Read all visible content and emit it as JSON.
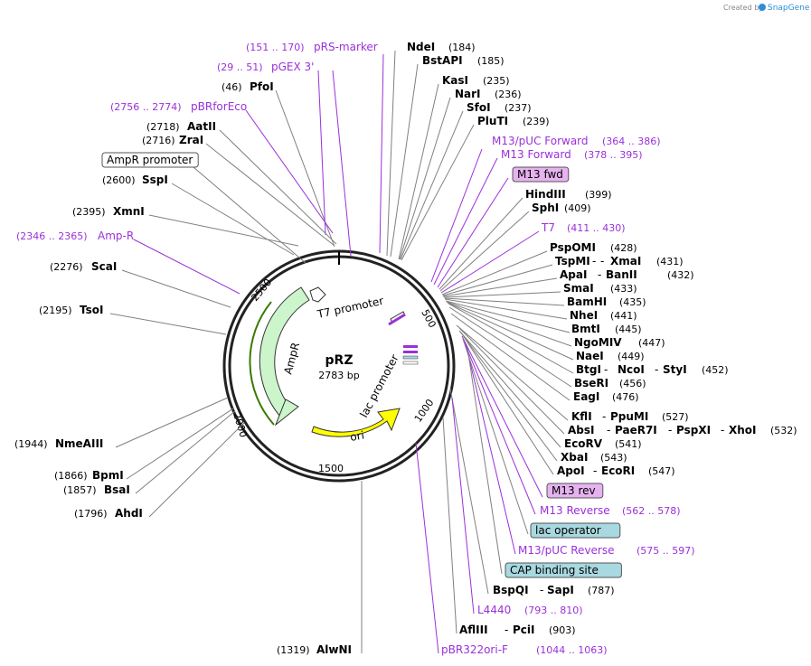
{
  "credit": {
    "prefix": "Created by",
    "brand": "SnapGene"
  },
  "plasmid": {
    "name": "pRZ",
    "length": "2783 bp"
  },
  "scale_ticks": [
    "500",
    "1000",
    "1500",
    "2000",
    "2500"
  ],
  "inner_features": [
    {
      "id": "ampr",
      "label": "AmpR",
      "color": "#ccf5cc"
    },
    {
      "id": "ori",
      "label": "ori",
      "color": "#ffff00"
    },
    {
      "id": "t7",
      "label": "T7 promoter",
      "color": "#ffffff"
    },
    {
      "id": "lacp",
      "label": "lac promoter",
      "color": "#ffffff"
    }
  ],
  "labels": [
    {
      "name": "(151 .. 170)",
      "kind": "featpos"
    },
    {
      "name": "pRS-marker",
      "kind": "feat"
    },
    {
      "name": "NdeI",
      "kind": "enz"
    },
    {
      "name": "(184)",
      "kind": "pos"
    },
    {
      "name": "BstAPI",
      "kind": "enz"
    },
    {
      "name": "(185)",
      "kind": "pos"
    },
    {
      "name": "(29 .. 51)",
      "kind": "featpos"
    },
    {
      "name": "pGEX 3'",
      "kind": "feat"
    },
    {
      "name": "(46)",
      "kind": "pos"
    },
    {
      "name": "PfoI",
      "kind": "enz"
    },
    {
      "name": "KasI",
      "kind": "enz"
    },
    {
      "name": "(235)",
      "kind": "pos"
    },
    {
      "name": "NarI",
      "kind": "enz"
    },
    {
      "name": "(236)",
      "kind": "pos"
    },
    {
      "name": "SfoI",
      "kind": "enz"
    },
    {
      "name": "(237)",
      "kind": "pos"
    },
    {
      "name": "PluTI",
      "kind": "enz"
    },
    {
      "name": "(239)",
      "kind": "pos"
    },
    {
      "name": "(2756 .. 2774)",
      "kind": "featpos"
    },
    {
      "name": "pBRforEco",
      "kind": "feat"
    },
    {
      "name": "(2718)",
      "kind": "pos"
    },
    {
      "name": "AatII",
      "kind": "enz"
    },
    {
      "name": "(2716)",
      "kind": "pos"
    },
    {
      "name": "ZraI",
      "kind": "enz"
    },
    {
      "name": "M13/pUC Forward",
      "kind": "feat"
    },
    {
      "name": "(364 .. 386)",
      "kind": "featpos"
    },
    {
      "name": "M13 Forward",
      "kind": "feat"
    },
    {
      "name": "(378 .. 395)",
      "kind": "featpos"
    },
    {
      "name": "AmpR promoter",
      "kind": "box"
    },
    {
      "name": "M13 fwd",
      "kind": "pbox"
    },
    {
      "name": "(2600)",
      "kind": "pos"
    },
    {
      "name": "SspI",
      "kind": "enz"
    },
    {
      "name": "HindIII",
      "kind": "enz"
    },
    {
      "name": "(399)",
      "kind": "pos"
    },
    {
      "name": "SphI",
      "kind": "enz"
    },
    {
      "name": "(409)",
      "kind": "pos"
    },
    {
      "name": "(2395)",
      "kind": "pos"
    },
    {
      "name": "XmnI",
      "kind": "enz"
    },
    {
      "name": "T7",
      "kind": "feat"
    },
    {
      "name": "(411 .. 430)",
      "kind": "featpos"
    },
    {
      "name": "(2346 .. 2365)",
      "kind": "featpos"
    },
    {
      "name": "Amp-R",
      "kind": "feat"
    },
    {
      "name": "PspOMI",
      "kind": "enz"
    },
    {
      "name": "(428)",
      "kind": "pos"
    },
    {
      "name": "TspMI",
      "kind": "enz"
    },
    {
      "name": "-",
      "kind": "sep"
    },
    {
      "name": "XmaI",
      "kind": "enz"
    },
    {
      "name": "(431)",
      "kind": "pos"
    },
    {
      "name": "(2276)",
      "kind": "pos"
    },
    {
      "name": "ScaI",
      "kind": "enz"
    },
    {
      "name": "ApaI",
      "kind": "enz"
    },
    {
      "name": "BanII",
      "kind": "enz"
    },
    {
      "name": "(432)",
      "kind": "pos"
    },
    {
      "name": "SmaI",
      "kind": "enz"
    },
    {
      "name": "(433)",
      "kind": "pos"
    },
    {
      "name": "BamHI",
      "kind": "enz"
    },
    {
      "name": "(435)",
      "kind": "pos"
    },
    {
      "name": "(2195)",
      "kind": "pos"
    },
    {
      "name": "TsoI",
      "kind": "enz"
    },
    {
      "name": "NheI",
      "kind": "enz"
    },
    {
      "name": "(441)",
      "kind": "pos"
    },
    {
      "name": "BmtI",
      "kind": "enz"
    },
    {
      "name": "(445)",
      "kind": "pos"
    },
    {
      "name": "NgoMIV",
      "kind": "enz"
    },
    {
      "name": "(447)",
      "kind": "pos"
    },
    {
      "name": "NaeI",
      "kind": "enz"
    },
    {
      "name": "(449)",
      "kind": "pos"
    },
    {
      "name": "BtgI",
      "kind": "enz"
    },
    {
      "name": "NcoI",
      "kind": "enz"
    },
    {
      "name": "StyI",
      "kind": "enz"
    },
    {
      "name": "(452)",
      "kind": "pos"
    },
    {
      "name": "BseRI",
      "kind": "enz"
    },
    {
      "name": "(456)",
      "kind": "pos"
    },
    {
      "name": "EagI",
      "kind": "enz"
    },
    {
      "name": "(476)",
      "kind": "pos"
    },
    {
      "name": "KflI",
      "kind": "enz"
    },
    {
      "name": "PpuMI",
      "kind": "enz"
    },
    {
      "name": "(527)",
      "kind": "pos"
    },
    {
      "name": "AbsI",
      "kind": "enz"
    },
    {
      "name": "PaeR7I",
      "kind": "enz"
    },
    {
      "name": "PspXI",
      "kind": "enz"
    },
    {
      "name": "XhoI",
      "kind": "enz"
    },
    {
      "name": "(532)",
      "kind": "pos"
    },
    {
      "name": "(1944)",
      "kind": "pos"
    },
    {
      "name": "NmeAIII",
      "kind": "enz"
    },
    {
      "name": "EcoRV",
      "kind": "enz"
    },
    {
      "name": "(541)",
      "kind": "pos"
    },
    {
      "name": "XbaI",
      "kind": "enz"
    },
    {
      "name": "(543)",
      "kind": "pos"
    },
    {
      "name": "ApoI",
      "kind": "enz"
    },
    {
      "name": "EcoRI",
      "kind": "enz"
    },
    {
      "name": "(547)",
      "kind": "pos"
    },
    {
      "name": "(1866)",
      "kind": "pos"
    },
    {
      "name": "BpmI",
      "kind": "enz"
    },
    {
      "name": "(1857)",
      "kind": "pos"
    },
    {
      "name": "BsaI",
      "kind": "enz"
    },
    {
      "name": "M13 rev",
      "kind": "pbox"
    },
    {
      "name": "(1796)",
      "kind": "pos"
    },
    {
      "name": "AhdI",
      "kind": "enz"
    },
    {
      "name": "M13 Reverse",
      "kind": "feat"
    },
    {
      "name": "(562 .. 578)",
      "kind": "featpos"
    },
    {
      "name": "lac operator",
      "kind": "tbox"
    },
    {
      "name": "M13/pUC Reverse",
      "kind": "feat"
    },
    {
      "name": "(575 .. 597)",
      "kind": "featpos"
    },
    {
      "name": "CAP binding site",
      "kind": "tbox"
    },
    {
      "name": "BspQI",
      "kind": "enz"
    },
    {
      "name": "SapI",
      "kind": "enz"
    },
    {
      "name": "(787)",
      "kind": "pos"
    },
    {
      "name": "L4440",
      "kind": "feat"
    },
    {
      "name": "(793 .. 810)",
      "kind": "featpos"
    },
    {
      "name": "AflIII",
      "kind": "enz"
    },
    {
      "name": "PciI",
      "kind": "enz"
    },
    {
      "name": "(903)",
      "kind": "pos"
    },
    {
      "name": "(1319)",
      "kind": "pos"
    },
    {
      "name": "AlwNI",
      "kind": "enz"
    },
    {
      "name": "pBR322ori-F",
      "kind": "feat"
    },
    {
      "name": "(1044 .. 1063)",
      "kind": "featpos"
    }
  ],
  "colors": {
    "purple": "#9b30d9",
    "green": "#ccf5cc",
    "yellow": "#ffff00",
    "teal_box": "#a8d8e0",
    "pink_box": "#e6b3f0"
  }
}
